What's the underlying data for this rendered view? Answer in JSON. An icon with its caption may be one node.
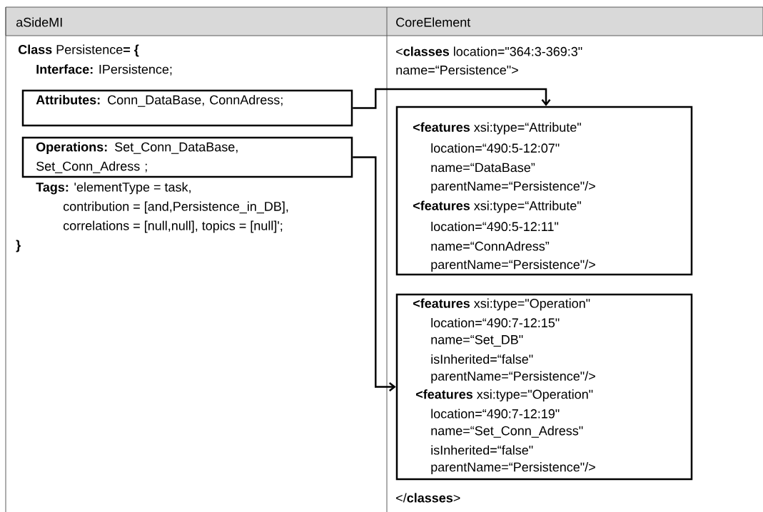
{
  "diagram": {
    "nodes": [
      {
        "text": [
          "**Attributes:** Conn_DataBase, ConnAdress;"
        ]
      },
      {
        "text": [
          "**Operations:** Set_Conn_DataBase, Set_Conn_Adress ;"
        ]
      },
      {
        "text": [
          "**<features** xsi:type=“Attribute\"",
          "location=“490:5-12:07\"",
          "name=“DataBase”",
          "parentName=“Persistence\"/>",
          "**<features** xsi:type=“Attribute\"",
          "location=“490:5-12:11\"",
          "name=“ConnAdress”",
          "parentName=“Persistence\"/>"
        ]
      },
      {
        "text": [
          "**<features** xsi:type=\"Operation\"",
          "location=“490:7-12:15\"",
          "name=“Set_DB\"",
          "isInherited=“false\"",
          "parentName=“Persistence\"/>",
          "**<features** xsi:type=\"Operation\"",
          "location=“490:7-12:19\"",
          "name=“Set_Conn_Adress\"",
          "isInherited=“false\"",
          "parentName=“Persistence\"/>"
        ]
      }
    ],
    "edges": [
      {
        "from": 0,
        "to": 2,
        "arrow": "to"
      },
      {
        "from": 1,
        "to": 3,
        "arrow": "to"
      }
    ],
    "labels": [
      "aSideMI",
      "CoreElement",
      "**Class** Persistence**= {**",
      "**Interface:** IPersistence;",
      "**Tags:** 'elementType = task,",
      "contribution = [and,Persistence_in_DB],",
      "correlations = [null,null], topics = [null]';",
      "}",
      "<**classes** location=\"364:3-369:3\"",
      "name=“Persistence\">",
      "</**classes**>"
    ]
  }
}
